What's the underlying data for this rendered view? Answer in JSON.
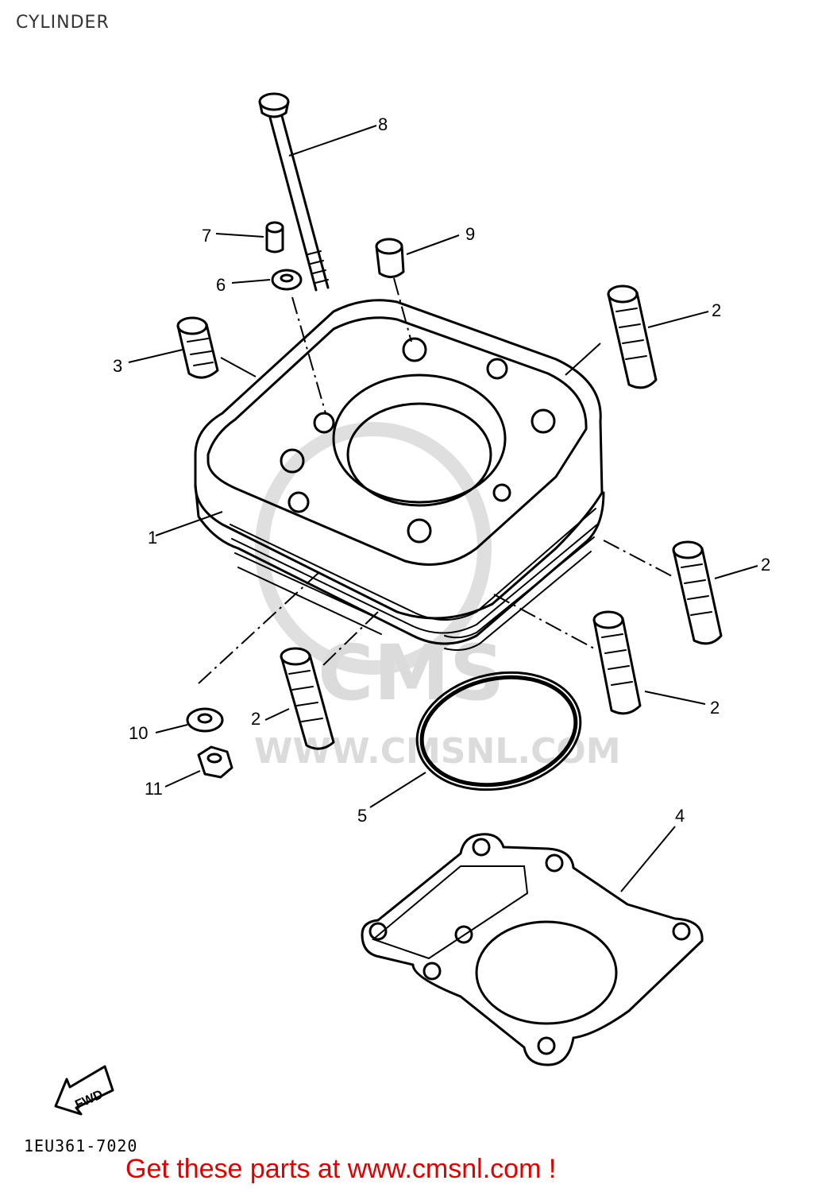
{
  "title": "CYLINDER",
  "callouts": {
    "c1": "1",
    "c2a": "2",
    "c2b": "2",
    "c2c": "2",
    "c2d": "2",
    "c3": "3",
    "c4": "4",
    "c5": "5",
    "c6": "6",
    "c7": "7",
    "c8": "8",
    "c9": "9",
    "c10": "10",
    "c11": "11"
  },
  "fwd_label": "FWD",
  "diagram_code": "1EU361-7020",
  "watermark": {
    "brand": "CMS",
    "url": "WWW.CMSNL.COM"
  },
  "cta": "Get these parts at www.cmsnl.com !",
  "colors": {
    "cta": "#e00000",
    "watermark": "#d8d8d8"
  }
}
